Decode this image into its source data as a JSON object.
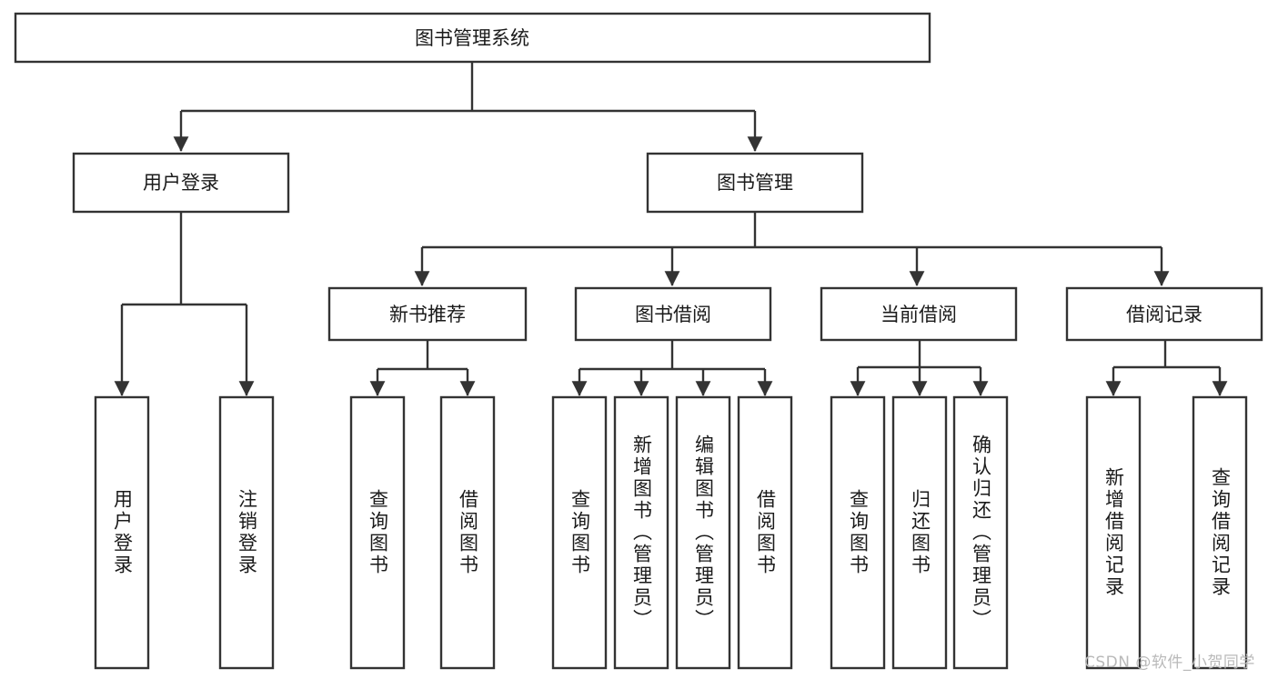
{
  "diagram": {
    "title": "图书管理系统",
    "type": "hierarchy-tree",
    "watermark": "CSDN @软件_小贺同学",
    "colors": {
      "box_stroke": "#333333",
      "box_fill": "#ffffff",
      "text": "#1a1a1a",
      "connector": "#333333",
      "watermark": "#b9b9b9",
      "background": "#ffffff"
    },
    "levels": [
      {
        "level": 1,
        "nodes": [
          {
            "id": "root",
            "label": "图书管理系统",
            "orientation": "horizontal"
          }
        ]
      },
      {
        "level": 2,
        "nodes": [
          {
            "id": "user-login",
            "label": "用户登录",
            "orientation": "horizontal",
            "parent": "root"
          },
          {
            "id": "book-manage",
            "label": "图书管理",
            "orientation": "horizontal",
            "parent": "root"
          }
        ]
      },
      {
        "level": 3,
        "nodes": [
          {
            "id": "new-book-rec",
            "label": "新书推荐",
            "orientation": "horizontal",
            "parent": "book-manage"
          },
          {
            "id": "book-borrow",
            "label": "图书借阅",
            "orientation": "horizontal",
            "parent": "book-manage"
          },
          {
            "id": "current-borrow",
            "label": "当前借阅",
            "orientation": "horizontal",
            "parent": "book-manage"
          },
          {
            "id": "borrow-record",
            "label": "借阅记录",
            "orientation": "horizontal",
            "parent": "book-manage"
          }
        ]
      },
      {
        "level": 4,
        "nodes": [
          {
            "id": "leaf-user-login",
            "label": "用户登录",
            "orientation": "vertical",
            "parent": "user-login"
          },
          {
            "id": "leaf-logout",
            "label": "注销登录",
            "orientation": "vertical",
            "parent": "user-login"
          },
          {
            "id": "leaf-query-book-1",
            "label": "查询图书",
            "orientation": "vertical",
            "parent": "new-book-rec"
          },
          {
            "id": "leaf-borrow-book-1",
            "label": "借阅图书",
            "orientation": "vertical",
            "parent": "new-book-rec"
          },
          {
            "id": "leaf-query-book-2",
            "label": "查询图书",
            "orientation": "vertical",
            "parent": "book-borrow"
          },
          {
            "id": "leaf-add-book",
            "label": "新增图书（管理员）",
            "orientation": "vertical",
            "parent": "book-borrow"
          },
          {
            "id": "leaf-edit-book",
            "label": "编辑图书（管理员）",
            "orientation": "vertical",
            "parent": "book-borrow"
          },
          {
            "id": "leaf-borrow-book-2",
            "label": "借阅图书",
            "orientation": "vertical",
            "parent": "book-borrow"
          },
          {
            "id": "leaf-query-book-3",
            "label": "查询图书",
            "orientation": "vertical",
            "parent": "current-borrow"
          },
          {
            "id": "leaf-return-book",
            "label": "归还图书",
            "orientation": "vertical",
            "parent": "current-borrow"
          },
          {
            "id": "leaf-confirm-return",
            "label": "确认归还（管理员）",
            "orientation": "vertical",
            "parent": "current-borrow"
          },
          {
            "id": "leaf-add-record",
            "label": "新增借阅记录",
            "orientation": "vertical",
            "parent": "borrow-record"
          },
          {
            "id": "leaf-query-record",
            "label": "查询借阅记录",
            "orientation": "vertical",
            "parent": "borrow-record"
          }
        ]
      }
    ]
  }
}
